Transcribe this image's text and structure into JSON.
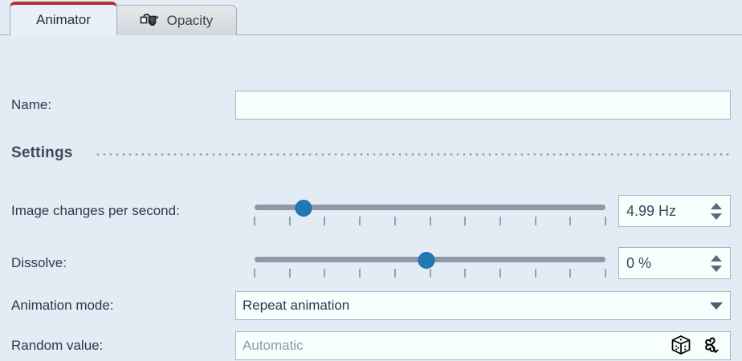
{
  "theme": {
    "background": "#e3ebf5",
    "accent_red": "#b33229",
    "slider_handle": "#2079b5",
    "slider_track": "#8d99a7",
    "field_background": "#f6fffb",
    "border": "#a7b4c0",
    "text": "#2b3a4a",
    "placeholder_text": "#8d9aa8"
  },
  "tabs": [
    {
      "label": "Animator",
      "active": true,
      "icon": ""
    },
    {
      "label": "Opacity",
      "active": false,
      "icon": "opacity-blend-icon"
    }
  ],
  "form": {
    "name": {
      "label": "Name:",
      "value": "",
      "placeholder": ""
    },
    "section": {
      "title": "Settings"
    },
    "rate": {
      "label": "Image changes per second:",
      "slider_percent": 14,
      "tick_count": 11,
      "value": "4.99 Hz"
    },
    "dissolve": {
      "label": "Dissolve:",
      "slider_percent": 49,
      "tick_count": 11,
      "value": "0 %"
    },
    "animation_mode": {
      "label": "Animation mode:",
      "value": "Repeat animation",
      "chevron": "chevron-down-icon"
    },
    "random_value": {
      "label": "Random value:",
      "value": "",
      "placeholder": "Automatic",
      "icons": [
        "dice-icon",
        "clover-icon"
      ]
    }
  }
}
